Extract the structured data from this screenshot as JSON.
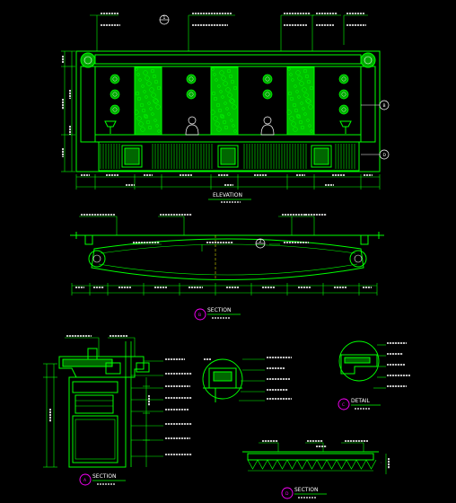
{
  "palette": {
    "background": "#000000",
    "primary_green": "#00ff00",
    "white": "#ffffff",
    "magenta": "#ff00ff",
    "cyan": "#00ffff",
    "yellow": "#ffff00"
  },
  "elevation_view": {
    "caption": "ELEVATION",
    "icons": [
      "section-marker-icon",
      "lamp-icon",
      "bust-sculpture-icon",
      "medallion-icon"
    ]
  },
  "plan_section": {
    "caption": "SECTION",
    "marker_letter": "B"
  },
  "section_a": {
    "caption": "SECTION",
    "marker_letter": "A"
  },
  "detail_view": {
    "caption": "DETAIL",
    "marker_letter": "C"
  },
  "section_d": {
    "caption": "SECTION",
    "marker_letter": "D"
  },
  "markers": {
    "elevation_top": "1",
    "elevation_right_upper": "B",
    "elevation_right_lower": "D",
    "plan_center": "2"
  }
}
